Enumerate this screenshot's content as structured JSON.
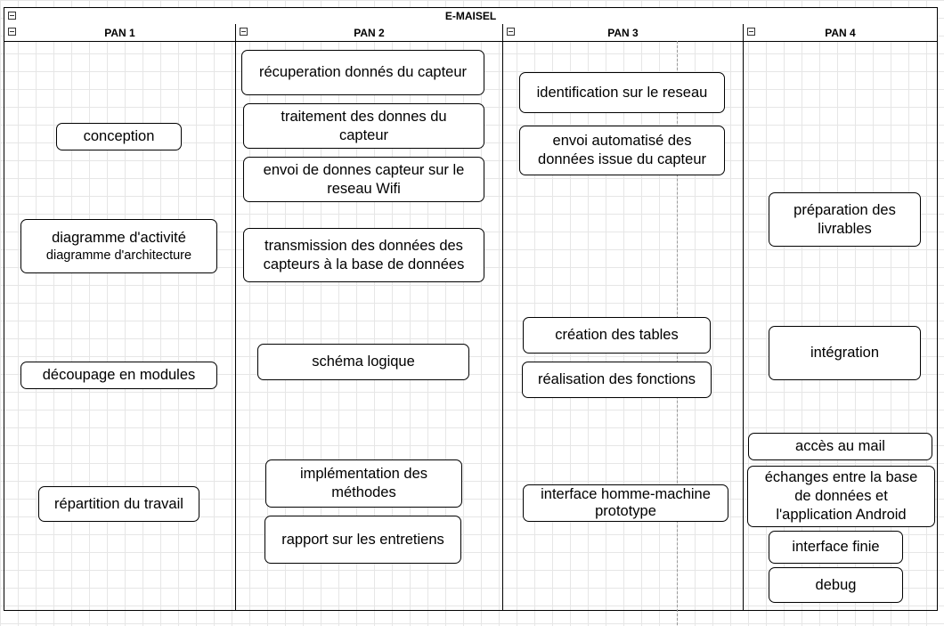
{
  "diagram": {
    "title": "E-MAISEL",
    "lanes": [
      {
        "label": "PAN 1",
        "nodes": [
          {
            "lines": [
              "conception"
            ]
          },
          {
            "lines": [
              "diagramme d'activité",
              "diagramme  d'architecture"
            ]
          },
          {
            "lines": [
              "découpage en modules"
            ]
          },
          {
            "lines": [
              "répartition du travail"
            ]
          }
        ]
      },
      {
        "label": "PAN 2",
        "nodes": [
          {
            "lines": [
              "récuperation donnés du capteur"
            ]
          },
          {
            "lines": [
              "traitement des donnes du",
              "capteur"
            ]
          },
          {
            "lines": [
              "envoi de donnes capteur sur le",
              "reseau Wifi"
            ]
          },
          {
            "lines": [
              "transmission des données des",
              "capteurs à la base de données"
            ]
          },
          {
            "lines": [
              "schéma logique"
            ]
          },
          {
            "lines": [
              "implémentation des",
              "méthodes"
            ]
          },
          {
            "lines": [
              "rapport sur les entretiens"
            ]
          }
        ]
      },
      {
        "label": "PAN 3",
        "nodes": [
          {
            "lines": [
              "identification sur le reseau"
            ]
          },
          {
            "lines": [
              "envoi automatisé des",
              "données issue du capteur"
            ]
          },
          {
            "lines": [
              "création des tables"
            ]
          },
          {
            "lines": [
              "réalisation des fonctions"
            ]
          },
          {
            "lines": [
              "interface homme-machine",
              "prototype"
            ]
          }
        ]
      },
      {
        "label": "PAN 4",
        "nodes": [
          {
            "lines": [
              "préparation des",
              "livrables"
            ]
          },
          {
            "lines": [
              "intégration"
            ]
          },
          {
            "lines": [
              "accès au mail"
            ]
          },
          {
            "lines": [
              "échanges entre la base",
              "de données et",
              "l'application Android"
            ]
          },
          {
            "lines": [
              "interface finie"
            ]
          },
          {
            "lines": [
              "debug"
            ]
          }
        ]
      }
    ]
  }
}
